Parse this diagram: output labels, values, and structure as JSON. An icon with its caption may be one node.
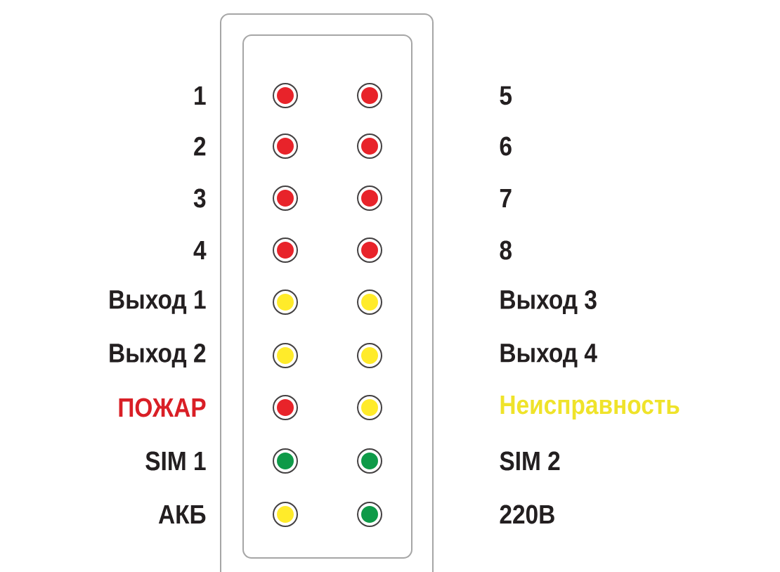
{
  "diagram": {
    "labels": [
      "1",
      "5",
      "2",
      "6",
      "3",
      "7",
      "4",
      "8",
      "Выход 1",
      "Выход 3",
      "Выход 2",
      "Выход 4",
      "ПОЖАР",
      "Неисправность",
      "SIM 1",
      "SIM 2",
      "АКБ",
      "220В"
    ]
  }
}
